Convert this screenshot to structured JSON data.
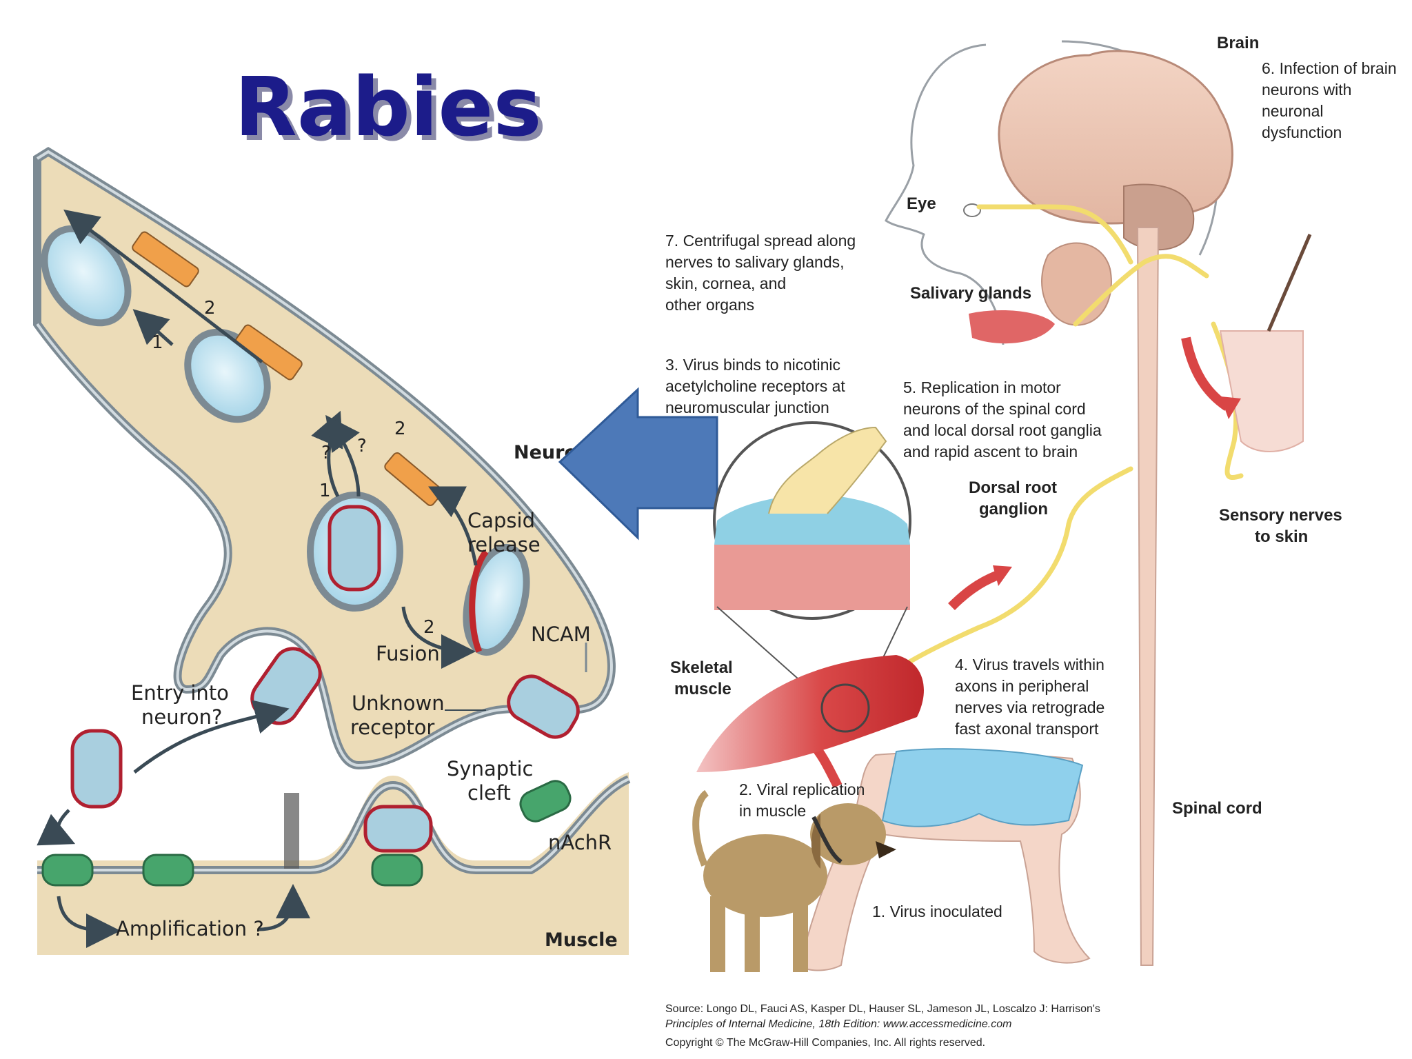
{
  "title": "Rabies",
  "left_panel": {
    "labels": {
      "neuron": "Neuron",
      "muscle": "Muscle",
      "capsid_release_1": "Capsid",
      "capsid_release_2": "release",
      "fusion": "Fusion",
      "ncam": "NCAM",
      "entry_1": "Entry into",
      "entry_2": "neuron?",
      "unknown_1": "Unknown",
      "unknown_2": "receptor",
      "synaptic_1": "Synaptic",
      "synaptic_2": "cleft",
      "nachr": "nAchR",
      "amplification": "Amplification ?",
      "n1a": "1",
      "n1b": "1",
      "n2a": "2",
      "n2b": "2",
      "n2c": "2",
      "qa": "?",
      "qb": "?"
    }
  },
  "right_panel": {
    "labels": {
      "brain": "Brain",
      "eye": "Eye",
      "salivary": "Salivary glands",
      "dorsal_1": "Dorsal root",
      "dorsal_2": "ganglion",
      "sensory_1": "Sensory nerves",
      "sensory_2": "to skin",
      "skeletal_1": "Skeletal",
      "skeletal_2": "muscle",
      "spinal": "Spinal cord"
    },
    "steps": {
      "s1": [
        "1. Virus inoculated"
      ],
      "s2": [
        "2. Viral replication",
        "in muscle"
      ],
      "s3": [
        "3. Virus binds to nicotinic",
        "acetylcholine receptors at",
        "neuromuscular junction"
      ],
      "s4": [
        "4. Virus travels within",
        "axons in peripheral",
        "nerves via retrograde",
        "fast axonal transport"
      ],
      "s5": [
        "5. Replication in motor",
        "neurons of the spinal cord",
        "and local dorsal root ganglia",
        "and rapid ascent to brain"
      ],
      "s6": [
        "6. Infection of brain",
        "neurons with",
        "neuronal",
        "dysfunction"
      ],
      "s7": [
        "7. Centrifugal spread along",
        "nerves to salivary glands,",
        "skin, cornea, and",
        "other organs"
      ]
    },
    "source_1": "Source: Longo DL, Fauci AS, Kasper DL, Hauser SL, Jameson JL, Loscalzo J: Harrison's",
    "source_2": "Principles of Internal Medicine, 18th Edition: www.accessmedicine.com",
    "copyright": "Copyright © The McGraw-Hill Companies, Inc. All rights reserved."
  }
}
